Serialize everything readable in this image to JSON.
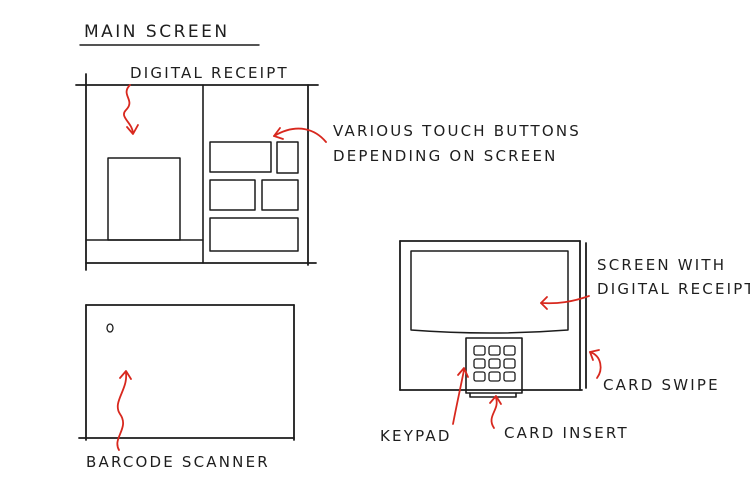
{
  "title": "MAIN SCREEN",
  "labels": {
    "digital_receipt": "DIGITAL RECEIPT",
    "touch_buttons_line1": "VARIOUS TOUCH BUTTONS",
    "touch_buttons_line2": "DEPENDING ON SCREEN",
    "screen_with_line1": "SCREEN WITH",
    "screen_with_line2": "DIGITAL RECEIPT",
    "card_swipe": "CARD SWIPE",
    "keypad": "KEYPAD",
    "card_insert": "CARD INSERT",
    "barcode_scanner": "BARCODE SCANNER"
  },
  "colors": {
    "ink": "#1c1c1c",
    "annotation": "#d8281e",
    "paper": "#ffffff"
  }
}
